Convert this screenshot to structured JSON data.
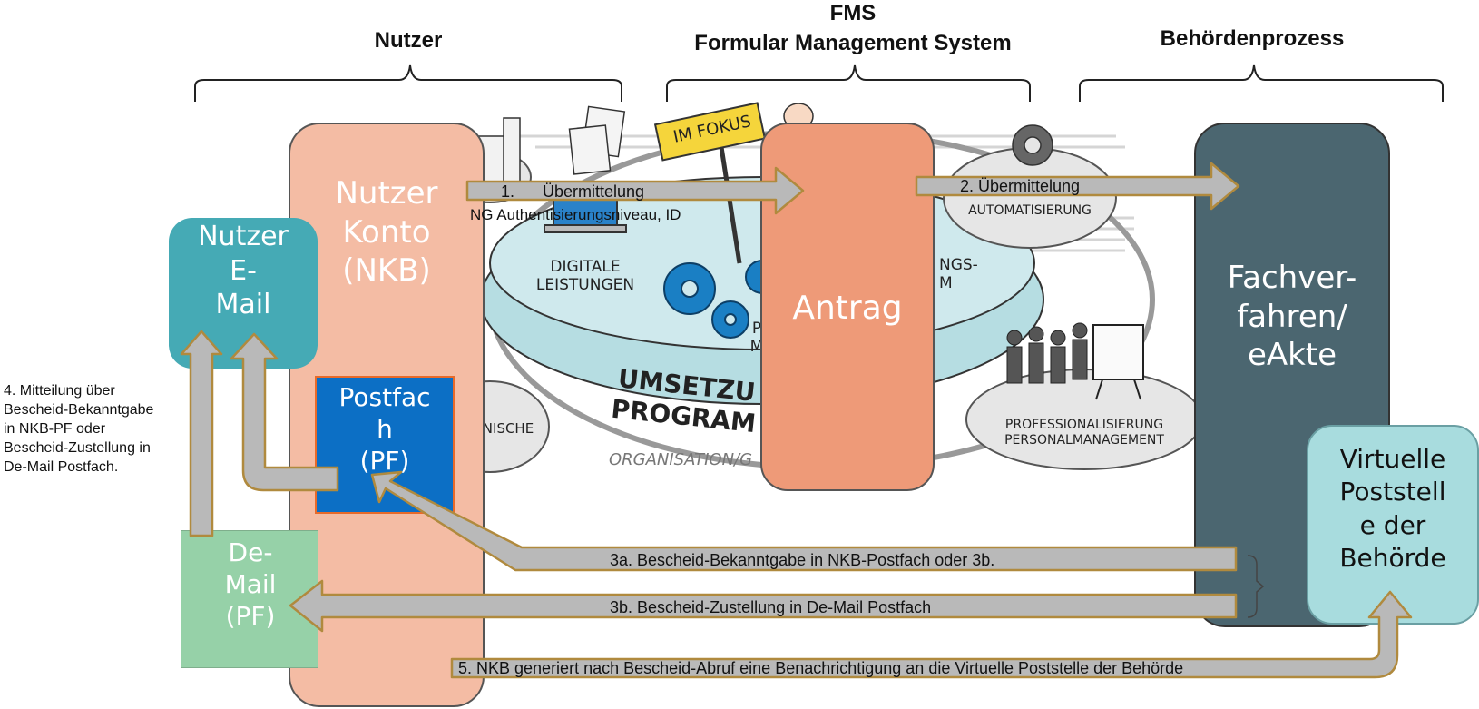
{
  "headers": {
    "nutzer": "Nutzer",
    "fms_short": "FMS",
    "fms_long": "Formular Management System",
    "behoerdenprozess": "Behördenprozess"
  },
  "boxes": {
    "nutzer_email": "Nutzer\nE-\nMail",
    "nutzer_konto": "Nutzer\nKonto\n(NKB)",
    "postfach": "Postfac\nh\n(PF)",
    "demail": "De-\nMail\n(PF)",
    "antrag": "Antrag",
    "fachverfahren": "Fachver-\nfahren/\neAkte",
    "virtuelle_poststelle": "Virtuelle\nPoststell\ne der\nBehörde"
  },
  "arrows": {
    "a1_num": "1.",
    "a1_label": "Übermittelung",
    "a2_label": "2. Übermittelung",
    "a3a_label": "3a. Bescheid-Bekanntgabe in NKB-Postfach oder 3b.",
    "a3b_label": "3b. Bescheid-Zustellung in De-Mail Postfach",
    "a5_label": "5. NKB generiert nach Bescheid-Abruf eine Benachrichtigung an die Virtuelle Poststelle der Behörde"
  },
  "side_note": "4. Mitteilung über\nBescheid-Bekanntgabe\nin NKB-PF oder\nBescheid-Zustellung in\nDe-Mail Postfach.",
  "background_sketch": {
    "auth_text": "NG Authentisierungsniveau, ID",
    "digitale": "DIGITALE\nLEISTUNGEN",
    "automatisierung": "AUTOMATISIERUNG",
    "ngs": "NGS-\nM",
    "umsetzung": "UMSETZU\nPROGRAM",
    "organisation": "ORGANISATION/G",
    "nische": "NISCHE",
    "professionalisierung": "PROFESSIONALISIERUNG\nPERSONALMANAGEMENT",
    "im_fokus": "IM FOKUS",
    "p_m": "P\nM"
  },
  "colors": {
    "nutzer_konto": "#f4bca4",
    "email": "#45aab5",
    "postfach": "#0c6fc5",
    "demail": "#96d1a8",
    "antrag": "#ee9a78",
    "fachverfahren": "#4b6670",
    "poststelle": "#a8dcde",
    "arrow_fill": "#b9b9b9",
    "arrow_stroke": "#b08a3e"
  }
}
